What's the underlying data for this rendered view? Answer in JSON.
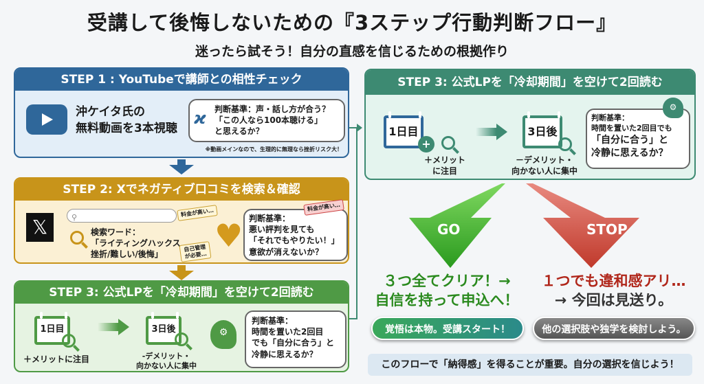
{
  "title": "受講して後悔しないための『3ステップ行動判断フロー』",
  "subtitle": "迷ったら試そう！自分の直感を信じるための根拠作り",
  "step1": {
    "header": "STEP 1 : YouTubeで講師との相性チェック",
    "main_line1": "沖ケイタ氏の",
    "main_line2": "無料動画を3本視聴",
    "criteria_l1": "判断基準：声・話し方が合う？",
    "criteria_l2": "「この人なら100本聴ける」",
    "criteria_l3": "と思えるか？",
    "note": "※動画メインなので、生理的に無理なら挫折リスク大！"
  },
  "step2": {
    "header": "STEP 2: Xでネガティブ口コミを検索＆確認",
    "kw_l1": "検索ワード：",
    "kw_l2": "「ライティングハックス",
    "kw_l3": "挫折/難しい/後悔」",
    "burst1": "料金が高い…",
    "burst2": "自己管理が必要…",
    "burst3": "料金が高い…",
    "criteria_l1": "判断基準：",
    "criteria_l2": "悪い評判を見ても",
    "criteria_l3": "「それでもやりたい！」",
    "criteria_l4": "意欲が消えないか？"
  },
  "step3_left": {
    "header": "STEP 3: 公式LPを「冷却期間」を空けて2回読む",
    "day1": "1日目",
    "day1_caption": "＋メリットに注目",
    "day3": "3日後",
    "day3_caption_l1": "-デメリット・",
    "day3_caption_l2": "向かない人に集中",
    "criteria_l1": "判断基準：",
    "criteria_l2": "時間を置いた2回目",
    "criteria_l3": "でも「自分に合う」と",
    "criteria_l4": "冷静に思えるか？"
  },
  "step3_right": {
    "header": "STEP 3: 公式LPを「冷却期間」を空けて2回読む",
    "day1": "1日目",
    "day1_caption_l1": "＋メリット",
    "day1_caption_l2": "に注目",
    "day3": "3日後",
    "day3_caption_l1": "－デメリット・",
    "day3_caption_l2": "向かない人に集中",
    "criteria_l1": "判断基準：",
    "criteria_l2": "時間を置いた2回目でも",
    "criteria_l3": "「自分に合う」と",
    "criteria_l4": "冷静に思えるか？"
  },
  "go": {
    "label": "GO",
    "result_l1": "３つ全てクリア！→",
    "result_l2": "自信を持って申込へ！",
    "button": "覚悟は本物。受講スタート！"
  },
  "stop": {
    "label": "STOP",
    "result_l1": "１つでも違和感アリ…",
    "result_l2": "→ 今回は見送り。",
    "button": "他の選択肢や独学を検討しよう。"
  },
  "footer": "このフローで「納得感」を得ることが重要。自分の選択を信じよう！",
  "colors": {
    "blue": "#2f679a",
    "gold": "#c8941a",
    "green": "#4f9a45",
    "teal": "#3d8a72",
    "go": "#2fa12a",
    "stop": "#c0392b"
  }
}
